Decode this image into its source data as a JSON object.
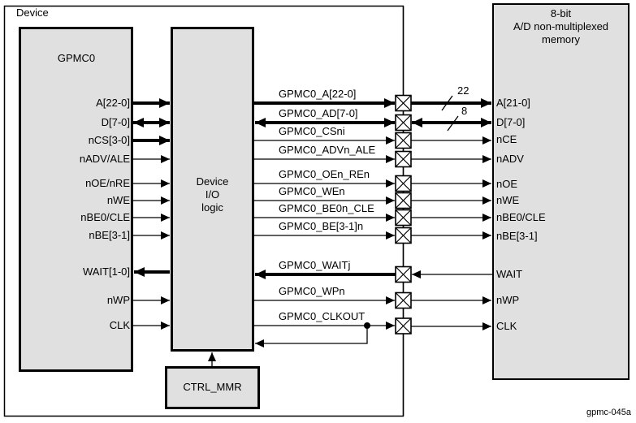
{
  "device": {
    "label": "Device"
  },
  "blocks": {
    "gpmc0": {
      "label": "GPMC0"
    },
    "io_logic": {
      "line1": "Device",
      "line2": "I/O",
      "line3": "logic"
    },
    "ctrl_mmr": {
      "label": "CTRL_MMR"
    },
    "memory": {
      "line1": "8-bit",
      "line2": "A/D non-multiplexed",
      "line3": "memory"
    }
  },
  "bus_widths": {
    "address": "22",
    "data": "8"
  },
  "signals": {
    "rows": [
      {
        "left": "A[22-0]",
        "mid": "GPMC0_A[22-0]",
        "right": "A[21-0]"
      },
      {
        "left": "D[7-0]",
        "mid": "GPMC0_AD[7-0]",
        "right": "D[7-0]"
      },
      {
        "left": "nCS[3-0]",
        "mid": "GPMC0_CSni",
        "right": "nCE"
      },
      {
        "left": "nADV/ALE",
        "mid": "GPMC0_ADVn_ALE",
        "right": "nADV"
      },
      {
        "left": "nOE/nRE",
        "mid": "GPMC0_OEn_REn",
        "right": "nOE"
      },
      {
        "left": "nWE",
        "mid": "GPMC0_WEn",
        "right": "nWE"
      },
      {
        "left": "nBE0/CLE",
        "mid": "GPMC0_BE0n_CLE",
        "right": "nBE0/CLE"
      },
      {
        "left": "nBE[3-1]",
        "mid": "GPMC0_BE[3-1]n",
        "right": "nBE[3-1]"
      },
      {
        "left": "WAIT[1-0]",
        "mid": "GPMC0_WAITj",
        "right": "WAIT"
      },
      {
        "left": "nWP",
        "mid": "GPMC0_WPn",
        "right": "nWP"
      },
      {
        "left": "CLK",
        "mid": "GPMC0_CLKOUT",
        "right": "CLK"
      }
    ]
  },
  "figure_id": "gpmc-045a",
  "colors": {
    "block_fill": "#e0e0e0",
    "line": "#000000",
    "background": "#ffffff"
  }
}
